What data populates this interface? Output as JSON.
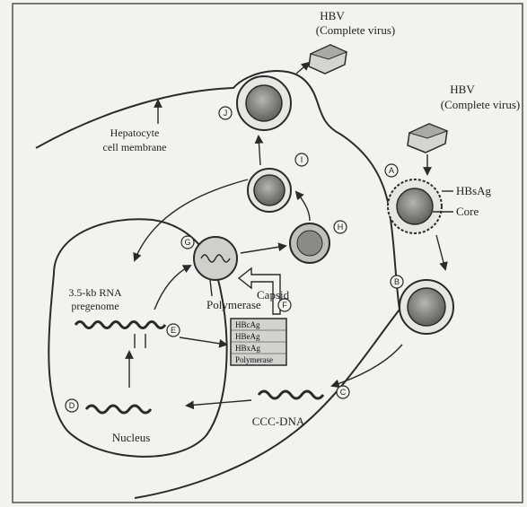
{
  "labels": {
    "hbv_top_title": "HBV",
    "hbv_top_sub": "(Complete virus)",
    "hbv_right_title": "HBV",
    "hbv_right_sub": "(Complete virus)",
    "hbsag": "HBsAg",
    "core": "Core",
    "hepatocyte_line1": "Hepatocyte",
    "hepatocyte_line2": "cell membrane",
    "rna_line1": "3.5-kb RNA",
    "rna_line2": "pregenome",
    "capsid": "Capsid",
    "polymerase": "Polymerase",
    "ccc_dna": "CCC-DNA",
    "nucleus": "Nucleus"
  },
  "protein_box": [
    "HBcAg",
    "HBeAg",
    "HBxAg",
    "Polymerase"
  ],
  "steps": {
    "a": "A",
    "b": "B",
    "c": "C",
    "d": "D",
    "e": "E",
    "f": "F",
    "g": "G",
    "h": "H",
    "i": "I",
    "j": "J"
  },
  "colors": {
    "background": "#f2f2ee",
    "line": "#2a2a2a",
    "core_fill": "#7d7d7a",
    "envelope_fill": "#e6e6e2"
  }
}
